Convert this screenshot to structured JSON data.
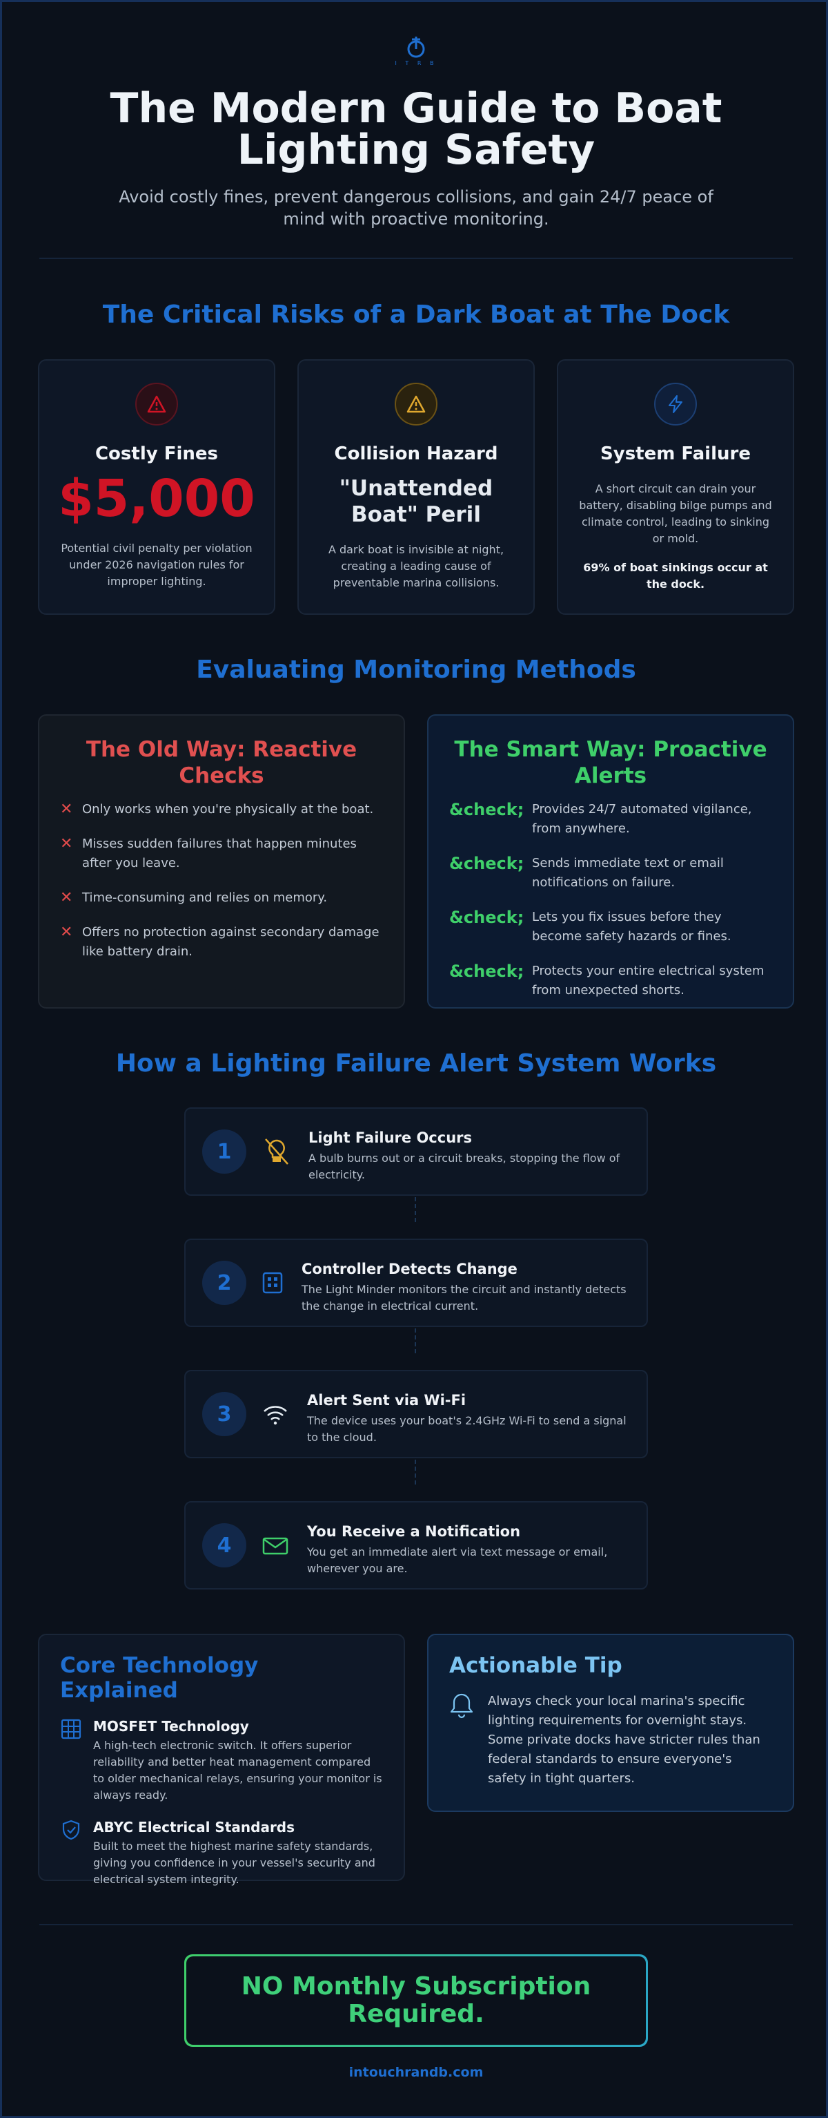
{
  "brand": {
    "logo_text": "I T   R B"
  },
  "hero": {
    "title": "The Modern Guide to Boat Lighting Safety",
    "subtitle": "Avoid costly fines, prevent dangerous collisions, and gain 24/7 peace of mind with proactive monitoring."
  },
  "risks": {
    "heading": "The Critical Risks of a Dark Boat at The Dock",
    "cards": [
      {
        "icon": "warning-triangle-icon",
        "title": "Costly Fines",
        "highlight": "$5,000",
        "desc": "Potential civil penalty per violation under 2026 navigation rules for improper lighting."
      },
      {
        "icon": "warning-triangle-icon",
        "title": "Collision Hazard",
        "highlight": "\"Unattended Boat\" Peril",
        "desc": "A dark boat is invisible at night, creating a leading cause of preventable marina collisions."
      },
      {
        "icon": "lightning-bolt-icon",
        "title": "System Failure",
        "desc": "A short circuit can drain your battery, disabling bilge pumps and climate control, leading to sinking or mold.",
        "stat": "69% of boat sinkings occur at the dock."
      }
    ],
    "colors": {
      "fines": "#d01425",
      "collision": "#e0a82e",
      "failure": "#1f6fd1"
    }
  },
  "methods": {
    "heading": "Evaluating Monitoring Methods",
    "old": {
      "title": "The Old Way: Reactive Checks",
      "mark": "✕",
      "items": [
        "Only works when you're physically at the boat.",
        "Misses sudden failures that happen minutes after you leave.",
        "Time-consuming and relies on memory.",
        "Offers no protection against secondary damage like battery drain."
      ]
    },
    "smart": {
      "title": "The Smart Way: Proactive Alerts",
      "mark": "&check;",
      "items": [
        "Provides 24/7 automated vigilance, from anywhere.",
        "Sends immediate text or email notifications on failure.",
        "Lets you fix issues before they become safety hazards or fines.",
        "Protects your entire electrical system from unexpected shorts."
      ]
    }
  },
  "process": {
    "heading": "How a Lighting Failure Alert System Works",
    "steps": [
      {
        "num": "1",
        "icon": "broken-lightbulb-icon",
        "title": "Light Failure Occurs",
        "desc": "A bulb burns out or a circuit breaks, stopping the flow of electricity."
      },
      {
        "num": "2",
        "icon": "controller-chip-icon",
        "title": "Controller Detects Change",
        "desc": "The Light Minder monitors the circuit and instantly detects the change in electrical current."
      },
      {
        "num": "3",
        "icon": "wifi-icon",
        "title": "Alert Sent via Wi-Fi",
        "desc": "The device uses your boat's 2.4GHz Wi-Fi to send a signal to the cloud."
      },
      {
        "num": "4",
        "icon": "envelope-icon",
        "title": "You Receive a Notification",
        "desc": "You get an immediate alert via text message or email, wherever you are."
      }
    ]
  },
  "tech": {
    "title": "Core Technology Explained",
    "items": [
      {
        "icon": "grid-chip-icon",
        "title": "MOSFET Technology",
        "desc": "A high-tech electronic switch. It offers superior reliability and better heat management compared to older mechanical relays, ensuring your monitor is always ready."
      },
      {
        "icon": "shield-check-icon",
        "title": "ABYC Electrical Standards",
        "desc": "Built to meet the highest marine safety standards, giving you confidence in your vessel's security and electrical system integrity."
      }
    ]
  },
  "tip": {
    "title": "Actionable Tip",
    "icon": "bell-icon",
    "body": "Always check your local marina's specific lighting requirements for overnight stays. Some private docks have stricter rules than federal standards to ensure everyone's safety in tight quarters."
  },
  "cta": {
    "text": "NO Monthly Subscription Required."
  },
  "footer": {
    "link": "intouchrandb.com"
  }
}
